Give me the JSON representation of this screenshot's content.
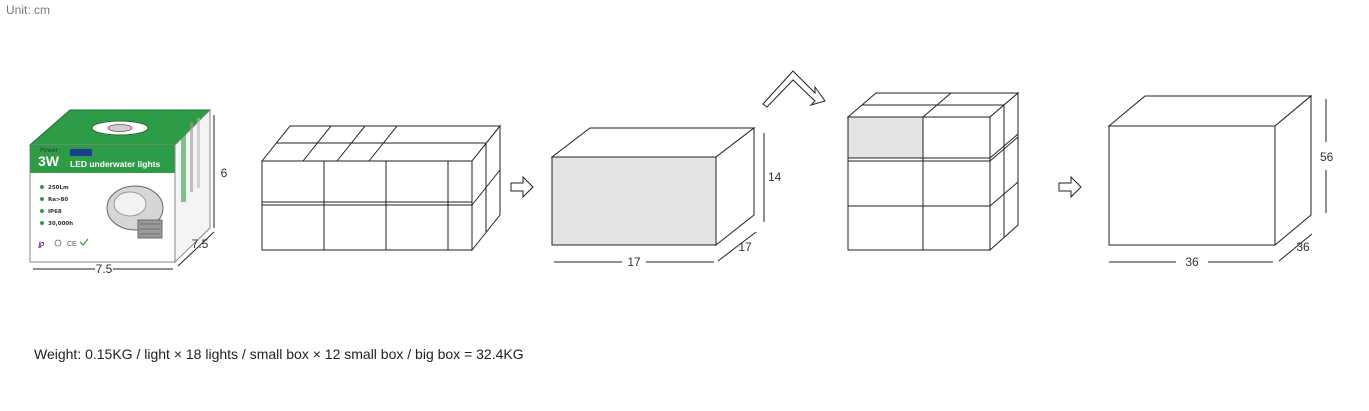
{
  "unit_label": "Unit: cm",
  "weight_text": "Weight: 0.15KG / light × 18 lights / small box × 12 small box / big box = 32.4KG",
  "light_box": {
    "power_label": "Power",
    "power_value": "3W",
    "product_name": "LED underwater lights",
    "specs": [
      "250Lm",
      "Ra>80",
      "IP68",
      "30,000h"
    ],
    "width": "7.5",
    "depth": "7.5",
    "height": "6"
  },
  "small_box": {
    "length": "17",
    "depth": "17",
    "height": "14"
  },
  "big_box": {
    "length": "36",
    "depth": "36",
    "height": "56"
  },
  "colors": {
    "brand_green": "#2e9b46",
    "grey_fill": "#e3e3e3",
    "line": "#222222"
  },
  "icons": [
    "arrow-right-icon",
    "turn-arrow-icon",
    "lamp-icon",
    "ce-mark-icon"
  ]
}
